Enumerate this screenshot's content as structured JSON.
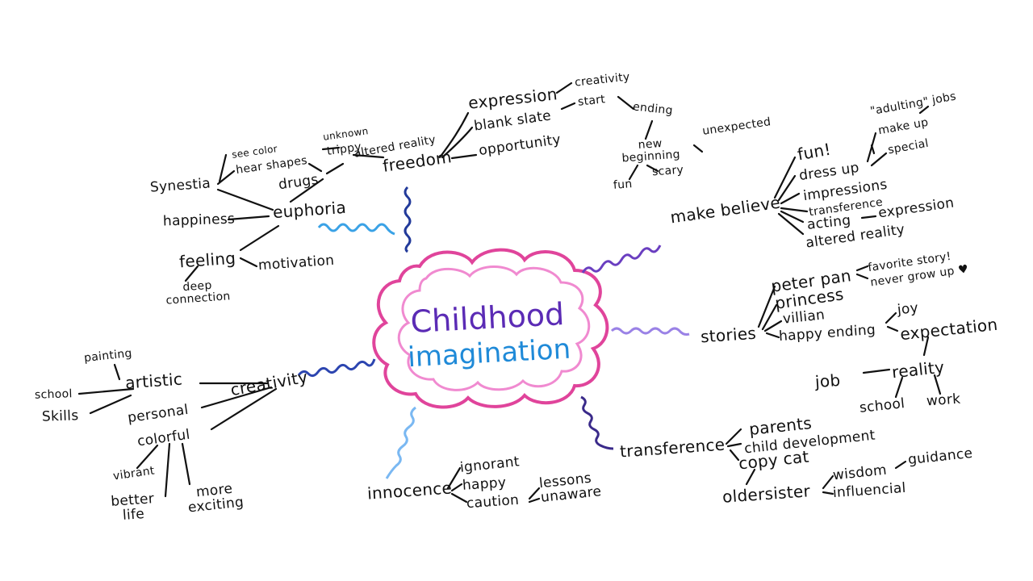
{
  "center": {
    "line1": "Childhood",
    "line2": "imagination",
    "color_line1": "#5b2bb5",
    "color_line2": "#1f8ad8",
    "cloud_outer": "#e0449b",
    "cloud_inner": "#f08ad0"
  },
  "branch_colors": {
    "freedom": "#223a9a",
    "euphoria": "#3aa2e6",
    "make_believe": "#6a3ec0",
    "stories": "#9a82e6",
    "creativity": "#2c45b0",
    "innocence": "#7ab8f2",
    "transference": "#3a2a8a"
  },
  "labels": {
    "freedom": "freedom",
    "expression": "expression",
    "creativity_top": "creativity",
    "blank_slate": "blank slate",
    "start": "start",
    "ending": "ending",
    "opportunity": "opportunity",
    "new_beginning": "new\nbeginning",
    "unexpected": "unexpected",
    "fun_small": "fun",
    "scary": "scary",
    "altered_reality_top": "altered reality",
    "drugs": "drugs",
    "trippy": "trippy",
    "unknown": "unknown",
    "synestia": "Synestia",
    "see_color": "see color",
    "hear_shapes": "hear shapes",
    "euphoria": "euphoria",
    "happiness": "happiness",
    "feeling": "feeling",
    "motivation": "motivation",
    "deep_connection": "deep\nconnection",
    "make_believe": "make believe",
    "fun": "fun!",
    "dress_up": "dress up",
    "adulting": "\"adulting\"",
    "jobs": "jobs",
    "make_up": "make up",
    "special": "special",
    "impressions": "impressions",
    "transference_mb": "transference",
    "acting": "acting",
    "expression_mb": "expression",
    "altered_reality_mb": "altered reality",
    "stories": "stories",
    "peter_pan": "peter pan",
    "favorite_story": "favorite story!",
    "never_grow_up": "never grow up ♥",
    "princess": "princess",
    "villian": "villian",
    "happy_ending": "happy ending",
    "joy": "joy",
    "expectation": "expectation",
    "reality": "reality",
    "job": "job",
    "school_r": "school",
    "work": "work",
    "creativity": "creativity",
    "artistic": "artistic",
    "painting": "painting",
    "school_c": "school",
    "skills": "Skills",
    "personal": "personal",
    "colorful": "colorful",
    "vibrant": "vibrant",
    "better_life": "better\nlife",
    "more_exciting": "more\nexciting",
    "innocence": "innocence",
    "ignorant": "ignorant",
    "happy": "happy",
    "caution": "caution",
    "lessons": "lessons",
    "unaware": "unaware",
    "transference": "transference",
    "parents": "parents",
    "child_development": "child development",
    "copy_cat": "copy cat",
    "oldersister": "oldersister",
    "wisdom": "wisdom",
    "guidance": "guidance",
    "influencial": "influencial"
  }
}
